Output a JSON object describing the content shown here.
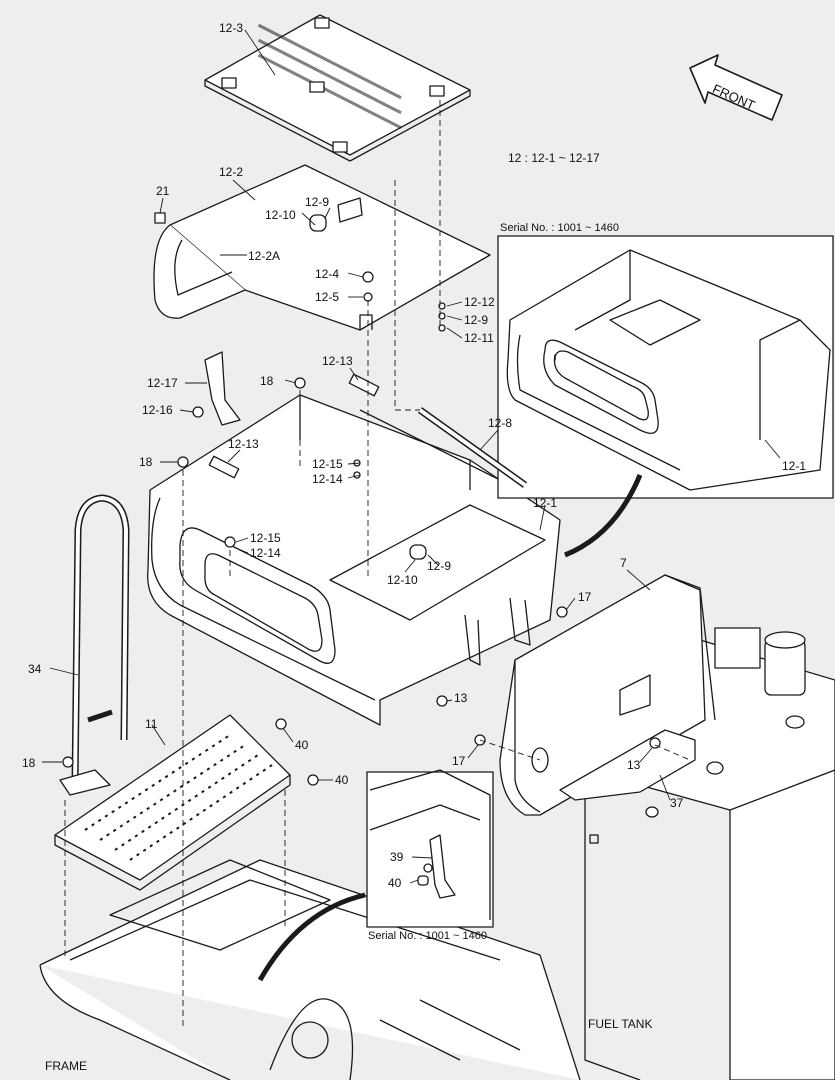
{
  "header": {
    "assembly_note": "12 : 12-1 ~ 12-17",
    "front_label": "FRONT"
  },
  "insets": {
    "top_right": {
      "serial": "Serial No. : 1001 ~ 1460"
    },
    "bottom_center": {
      "serial": "Serial No. : 1001 ~ 1460"
    }
  },
  "areas": {
    "frame": "FRAME",
    "fuel_tank": "FUEL TANK"
  },
  "callouts": [
    "12-3",
    "12-2",
    "21",
    "12-9",
    "12-10",
    "12-2A",
    "12-4",
    "12-5",
    "12-12",
    "12-9",
    "12-11",
    "12-13",
    "18",
    "12-17",
    "12-16",
    "12-8",
    "12-13",
    "18",
    "12-15",
    "12-14",
    "12-15",
    "12-14",
    "12-1",
    "12-10",
    "12-9",
    "12-1",
    "7",
    "17",
    "34",
    "13",
    "11",
    "40",
    "18",
    "40",
    "17",
    "13",
    "37",
    "39",
    "40"
  ],
  "colors": {
    "background": "#eeeeee",
    "line": "#1a1a1a",
    "fill": "#ffffff",
    "accent": "#cccccc"
  }
}
